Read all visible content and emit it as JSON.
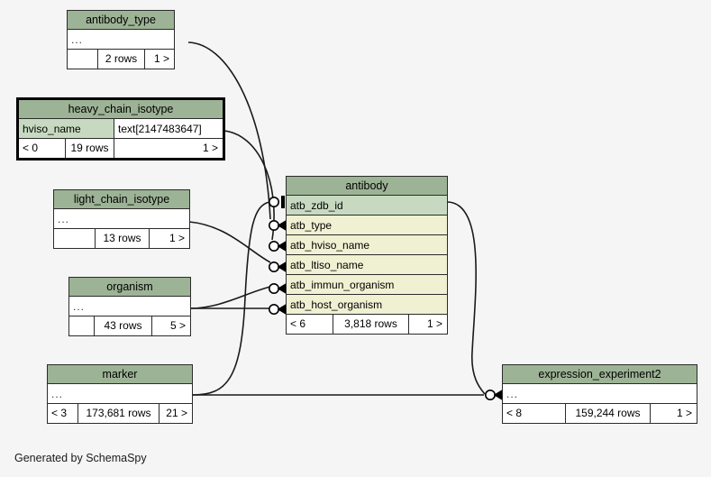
{
  "diagram": {
    "generator_note": "Generated by SchemaSpy",
    "background": "#f5f5f5",
    "header_color": "#9db395",
    "pk_color": "#c7dac1",
    "fk_color": "#f0f0d2",
    "border_color": "#2b2b2b"
  },
  "tables": {
    "antibody_type": {
      "name": "antibody_type",
      "columns_placeholder": "...",
      "foot_left": "",
      "foot_center": "2 rows",
      "foot_right": "1 >"
    },
    "heavy_chain_isotype": {
      "name": "heavy_chain_isotype",
      "column_name": "hviso_name",
      "column_type": "text[2147483647]",
      "foot_left": "< 0",
      "foot_center": "19 rows",
      "foot_right": "1 >"
    },
    "light_chain_isotype": {
      "name": "light_chain_isotype",
      "columns_placeholder": "...",
      "foot_left": "",
      "foot_center": "13 rows",
      "foot_right": "1 >"
    },
    "organism": {
      "name": "organism",
      "columns_placeholder": "...",
      "foot_left": "",
      "foot_center": "43 rows",
      "foot_right": "5 >"
    },
    "antibody": {
      "name": "antibody",
      "columns": [
        "atb_zdb_id",
        "atb_type",
        "atb_hviso_name",
        "atb_ltiso_name",
        "atb_immun_organism",
        "atb_host_organism"
      ],
      "foot_left": "< 6",
      "foot_center": "3,818 rows",
      "foot_right": "1 >"
    },
    "marker": {
      "name": "marker",
      "columns_placeholder": "...",
      "foot_left": "< 3",
      "foot_center": "173,681 rows",
      "foot_right": "21 >"
    },
    "expression_experiment2": {
      "name": "expression_experiment2",
      "columns_placeholder": "...",
      "foot_left": "< 8",
      "foot_center": "159,244 rows",
      "foot_right": "1 >"
    }
  }
}
